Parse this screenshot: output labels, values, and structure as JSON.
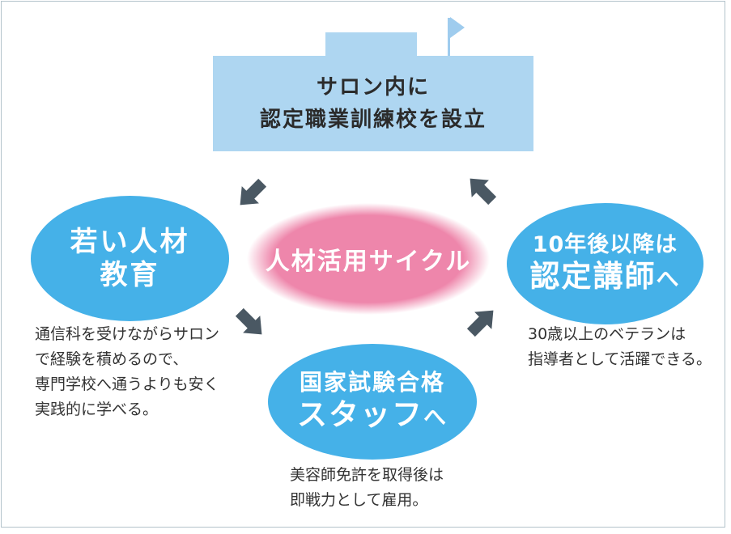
{
  "building": {
    "title_lines": [
      "サロン内に",
      "認定職業訓練校を設立"
    ]
  },
  "center": {
    "label": "人材活用サイクル"
  },
  "left_node": {
    "title_lines": [
      "若い人材",
      "教育"
    ],
    "desc_lines": [
      "通信科を受けながらサロン",
      "で経験を積めるので、",
      "専門学校へ通うよりも安く",
      "実践的に学べる。"
    ]
  },
  "bottom_node": {
    "title_line1": "国家試験合格",
    "title_line2_main": "スタッフ",
    "title_line2_suffix": "へ",
    "desc_lines": [
      "美容師免許を取得後は",
      "即戦力として雇用。"
    ]
  },
  "right_node": {
    "title_line1": "10年後以降は",
    "title_line2_main": "認定講師",
    "title_line2_suffix": "へ",
    "desc_lines": [
      "30歳以上のベテランは",
      "指導者として活躍できる。"
    ]
  },
  "icons": {
    "flag": "flag-icon",
    "arrows": [
      "arrow-down-left",
      "arrow-down-right",
      "arrow-up-right",
      "arrow-up-left"
    ]
  },
  "colors": {
    "building_blue": "#aed6f1",
    "flag_blue": "#9fccee",
    "node_blue": "#45b1e8",
    "center_pink": "#ee86ab",
    "arrow_gray": "#4a5863",
    "title_text": "#2b2b2b",
    "body_text": "#333333",
    "frame_border": "#b3c3cb"
  }
}
